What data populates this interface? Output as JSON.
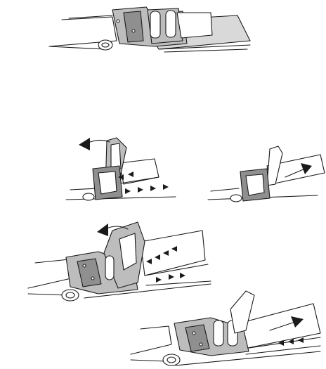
{
  "figure": {
    "panels": [
      {
        "id": "assembled-buckle",
        "step": "closed"
      },
      {
        "id": "release-loosen",
        "step": "lift-lever-loosen"
      },
      {
        "id": "tighten-pull",
        "step": "pull-strap-tighten"
      },
      {
        "id": "adjust-large",
        "step": "lift-lever-slide"
      },
      {
        "id": "secure-tension",
        "step": "pull-strap-secure"
      }
    ],
    "colors": {
      "ink": "#1a1a1a",
      "strap": "#d9d9d9",
      "buckle": "#bdbdbd",
      "buckle_dark": "#8f8f8f"
    },
    "icons": [
      "curved-arrow-icon",
      "straight-arrow-icon",
      "triangle-marker-icon"
    ]
  }
}
